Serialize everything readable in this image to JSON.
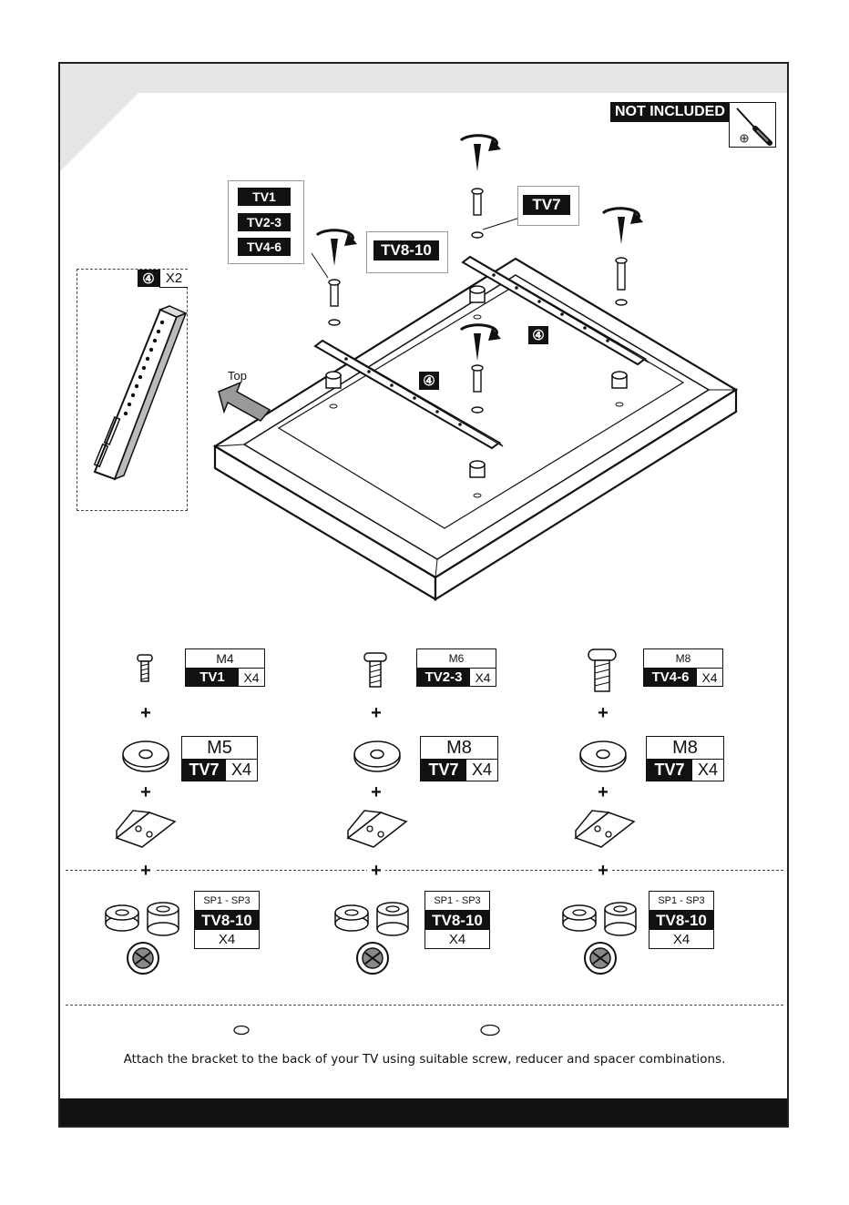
{
  "header": {
    "not_included": "NOT INCLUDED",
    "tool_icon": "screwdriver-icon"
  },
  "bracket_panel": {
    "part_number": "④",
    "quantity": "X2"
  },
  "diagram": {
    "labels_tv1_group": [
      "TV1",
      "TV2-3",
      "TV4-6"
    ],
    "label_tv7": "TV7",
    "label_tv8_10": "TV8-10",
    "part_badge_left": "④",
    "part_badge_right": "④",
    "top_label": "Top"
  },
  "hardware_columns": [
    {
      "screw_size": "M4",
      "screw_code": "TV1",
      "screw_qty": "X4",
      "washer_size": "M5",
      "washer_code": "TV7",
      "washer_qty": "X4",
      "spacer_range": "SP1 - SP3",
      "spacer_code": "TV8-10",
      "spacer_qty": "X4"
    },
    {
      "screw_size": "M6",
      "screw_code": "TV2-3",
      "screw_qty": "X4",
      "washer_size": "M8",
      "washer_code": "TV7",
      "washer_qty": "X4",
      "spacer_range": "SP1 - SP3",
      "spacer_code": "TV8-10",
      "spacer_qty": "X4"
    },
    {
      "screw_size": "M8",
      "screw_code": "TV4-6",
      "screw_qty": "X4",
      "washer_size": "M8",
      "washer_code": "TV7",
      "washer_qty": "X4",
      "spacer_range": "SP1 - SP3",
      "spacer_code": "TV8-10",
      "spacer_qty": "X4"
    }
  ],
  "plus_sign": "+",
  "instruction": "Attach the bracket to the back of your TV using suitable screw, reducer and spacer combinations."
}
